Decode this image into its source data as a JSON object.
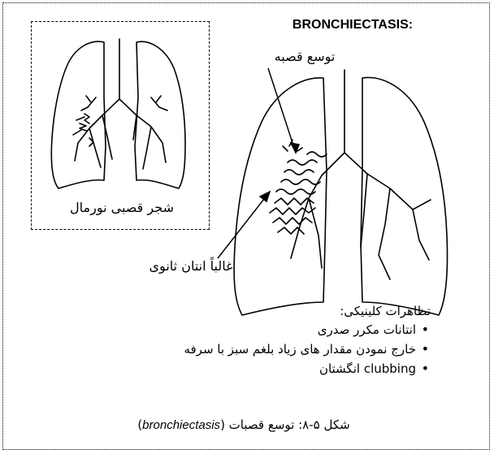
{
  "title": "BRONCHIECTASIS:",
  "normal_label": "شجر قصبی نورمال",
  "widen_label": "توسع قصبه",
  "infection_label": "غالباً انتان ثانوی",
  "clinical": {
    "heading": "تظاهرات کلینیکی:",
    "items": [
      "انتانات مکرر صدری",
      "خارج نمودن مقدار های زیاد بلغم سبز با سرفه",
      "clubbing انگشتان"
    ]
  },
  "caption": {
    "prefix": "شکل ۵-۸: توسع قصبات (",
    "term": "bronchiectasis",
    "suffix": ")"
  }
}
